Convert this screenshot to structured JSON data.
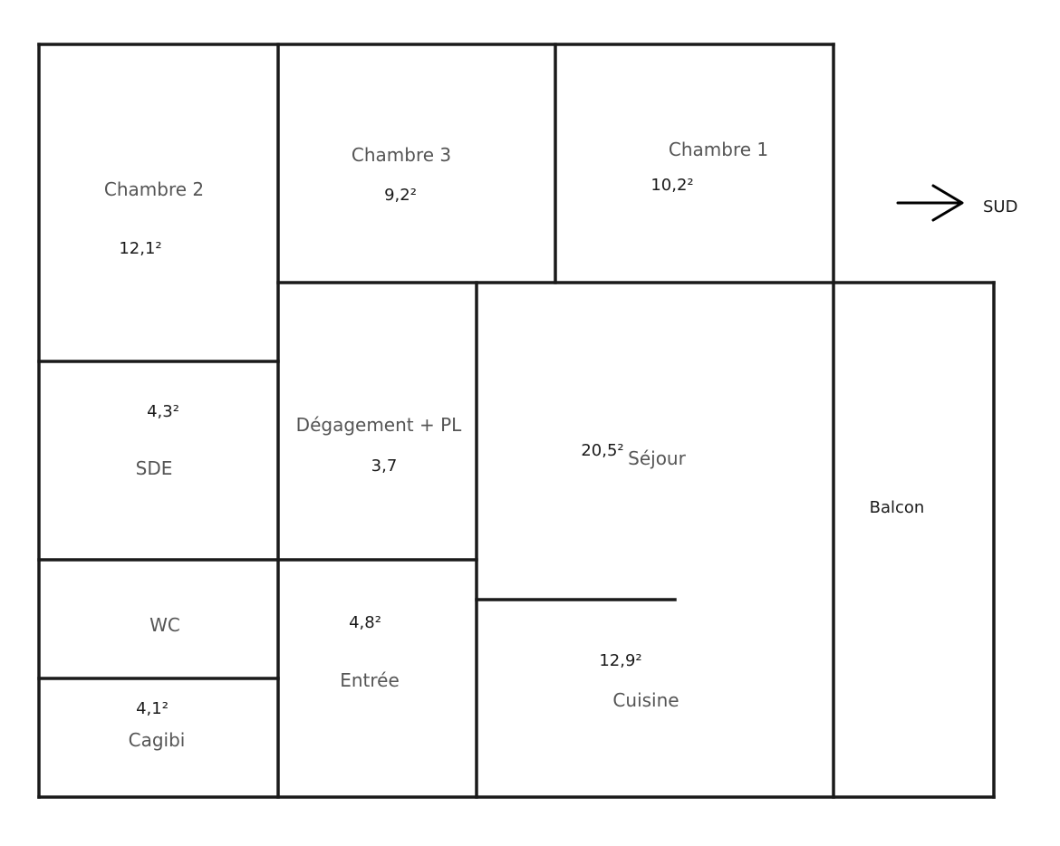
{
  "rooms": {
    "chambre2": {
      "name": "Chambre 2",
      "area": "12,1²"
    },
    "chambre3": {
      "name": "Chambre 3",
      "area": "9,2²"
    },
    "chambre1": {
      "name": "Chambre 1",
      "area": "10,2²"
    },
    "sde": {
      "name": "SDE",
      "area": "4,3²"
    },
    "degagement": {
      "name": "Dégagement + PL",
      "area": "3,7"
    },
    "sejour": {
      "name": "Séjour",
      "area": "20,5²"
    },
    "balcon": {
      "name": "Balcon"
    },
    "wc": {
      "name": "WC"
    },
    "entree": {
      "name": "Entrée",
      "area": "4,8²"
    },
    "cuisine": {
      "name": "Cuisine",
      "area": "12,9²"
    },
    "cagibi": {
      "name": "Cagibi",
      "area": "4,1²"
    }
  },
  "orientation": {
    "label": "SUD",
    "icon": "arrow-right-icon"
  },
  "colors": {
    "wall": "#1a1a1a",
    "room_label": "#555555",
    "area_label": "#1a1a1a",
    "background": "#ffffff"
  }
}
